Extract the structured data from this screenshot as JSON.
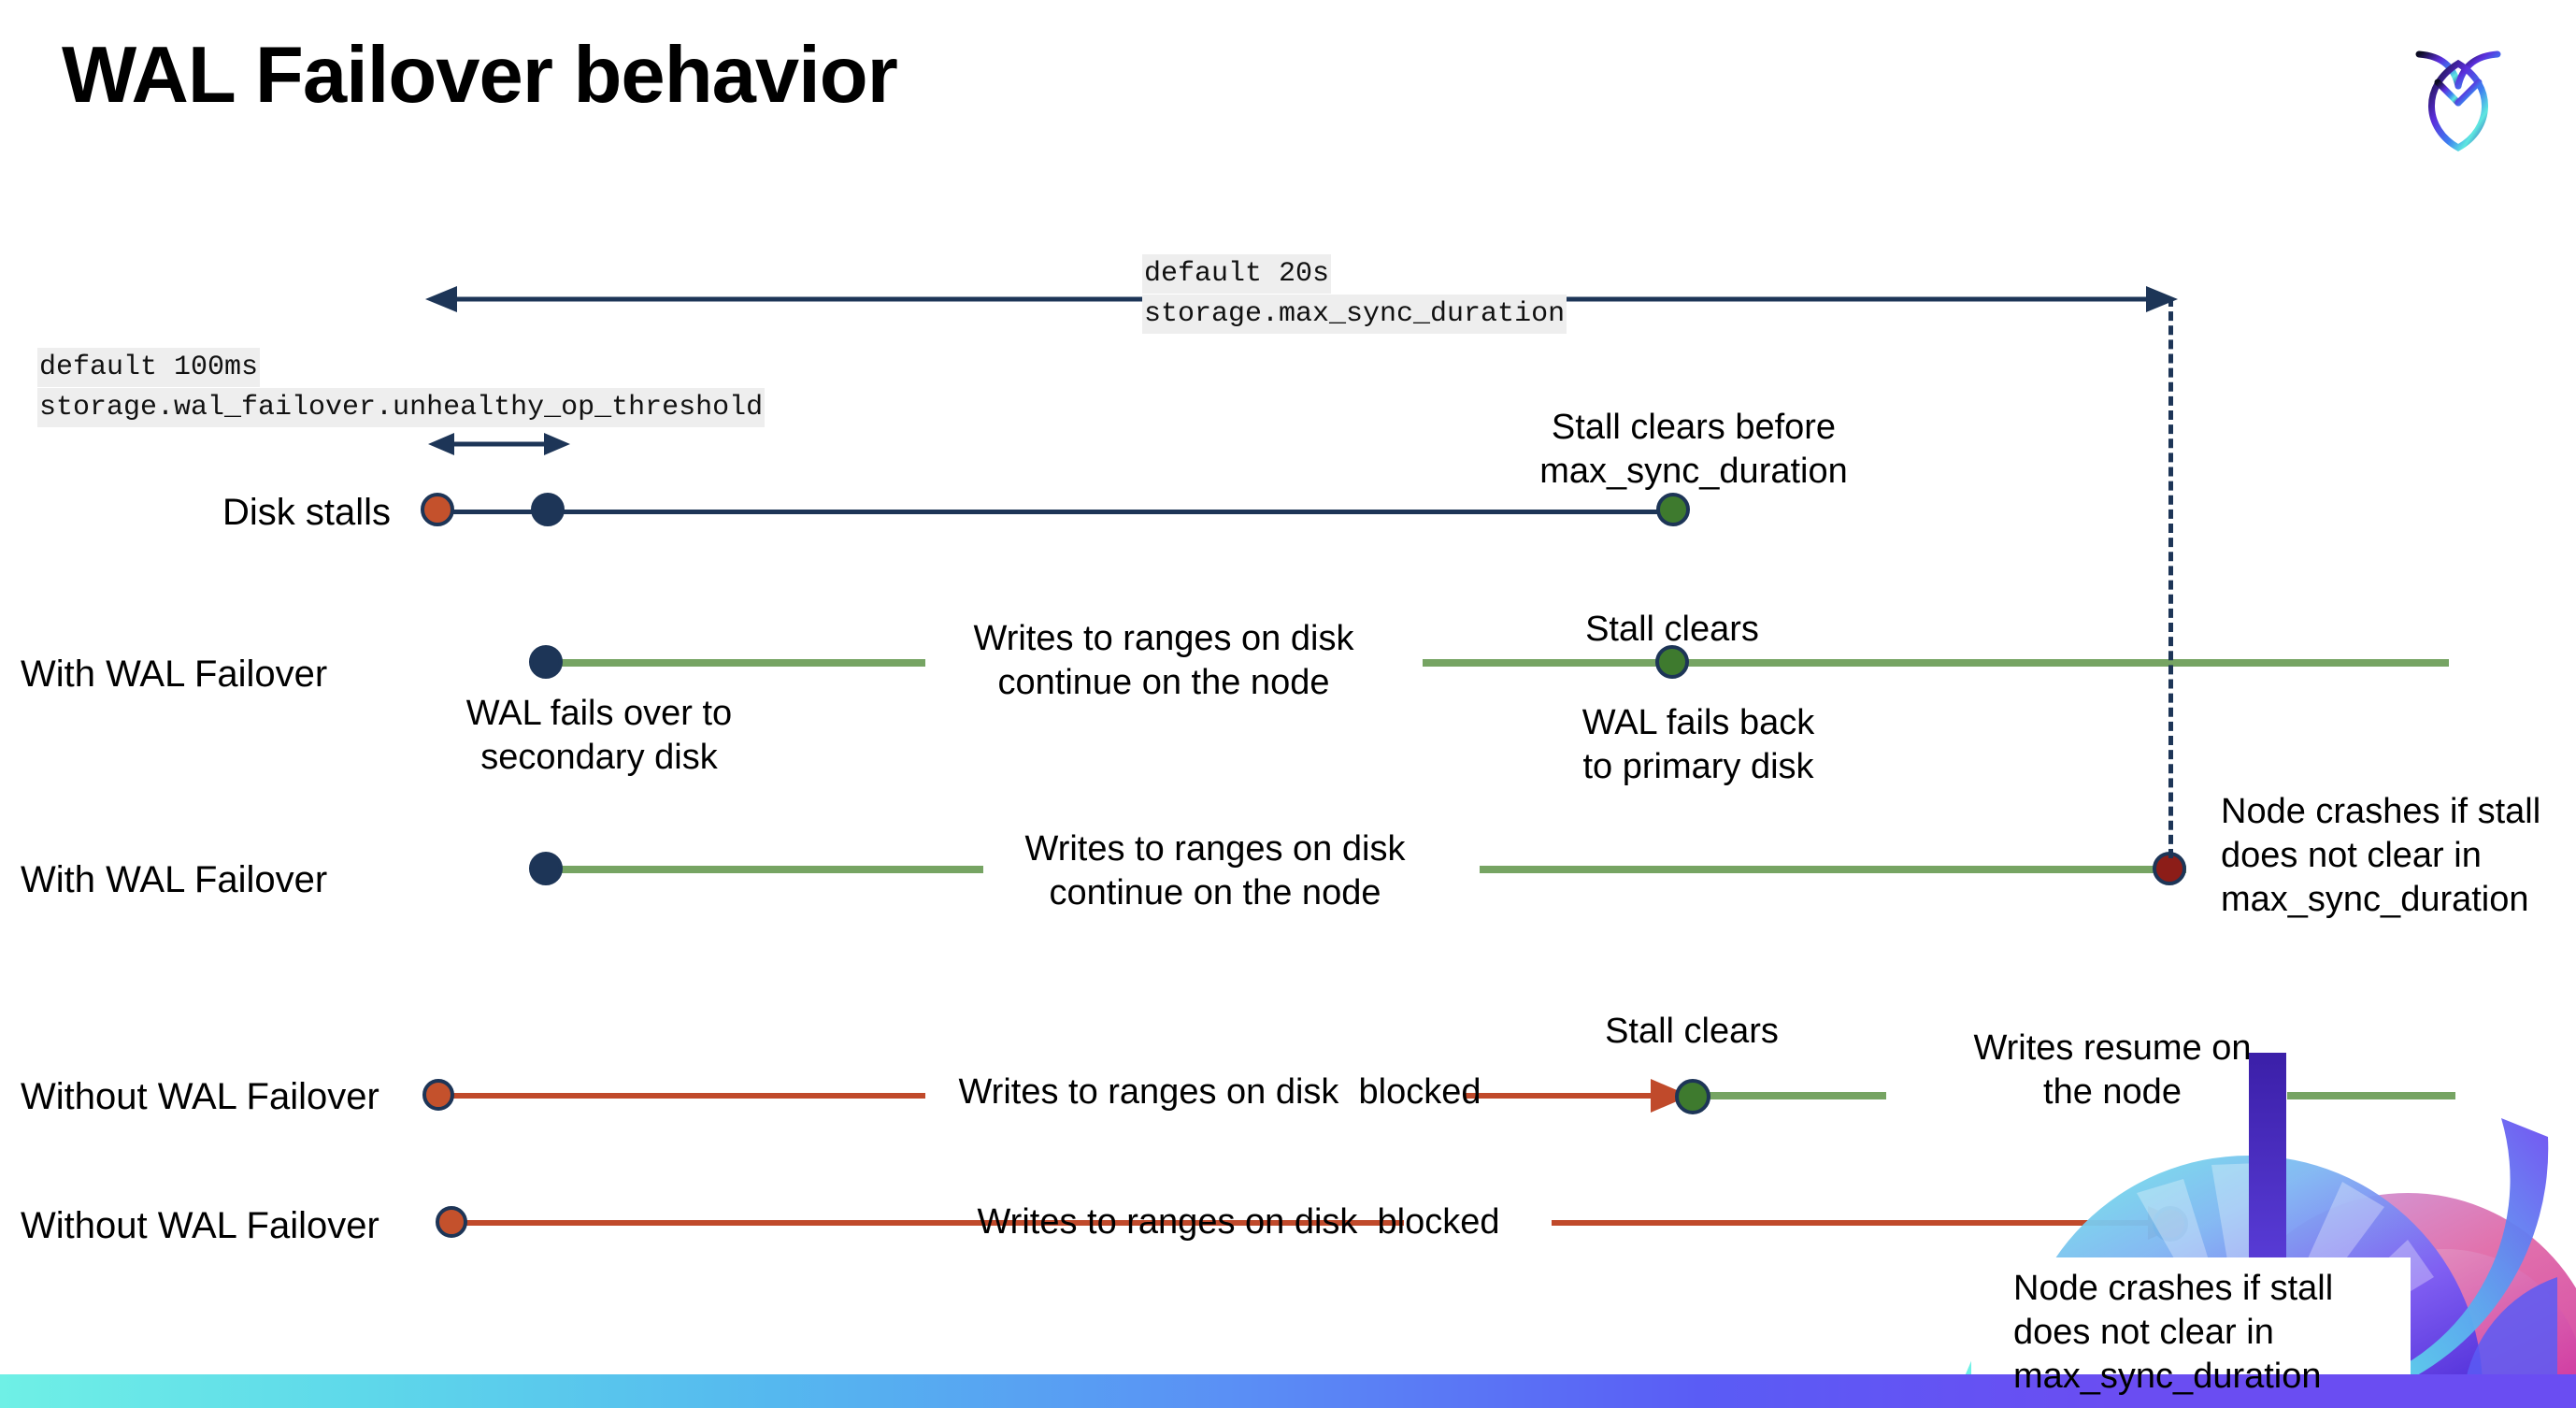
{
  "slide": {
    "title": "WAL Failover behavior",
    "logo_name": "cockroachdb-logo"
  },
  "settings": {
    "max_sync": {
      "default": "default 20s",
      "name": "storage.max_sync_duration"
    },
    "unhealthy": {
      "default": "default 100ms",
      "name": "storage.wal_failover.unhealthy_op_threshold"
    }
  },
  "rows": {
    "disk_stalls": {
      "label": "Disk stalls",
      "note": "Stall clears before\nmax_sync_duration"
    },
    "with_failover_1": {
      "label": "With WAL Failover",
      "start_note": "WAL fails over to\nsecondary disk",
      "middle_note": "Writes to ranges on disk\ncontinue on the node",
      "clear_note": "Stall clears",
      "end_note": "WAL fails  back\nto primary disk"
    },
    "with_failover_2": {
      "label": "With WAL Failover",
      "middle_note": "Writes to ranges on disk\ncontinue on the node",
      "crash_note": "Node crashes if stall\ndoes not clear in\nmax_sync_duration"
    },
    "without_failover_1": {
      "label": "Without WAL Failover",
      "middle_note": "Writes to ranges on disk  blocked",
      "clear_note": "Stall clears",
      "resume_note": "Writes resume on\nthe node"
    },
    "without_failover_2": {
      "label": "Without WAL Failover",
      "middle_note": "Writes to ranges on disk  blocked",
      "crash_note": "Node crashes if stall\ndoes not clear in\nmax_sync_duration"
    }
  },
  "colors": {
    "navy": "#1d3557",
    "green_line": "#76a463",
    "green_dot": "#3e7a2e",
    "red_line": "#c04a2b",
    "red_dot": "#c4512c",
    "dark_red_dot": "#8c1d18",
    "chip_bg": "#eeeeee"
  }
}
